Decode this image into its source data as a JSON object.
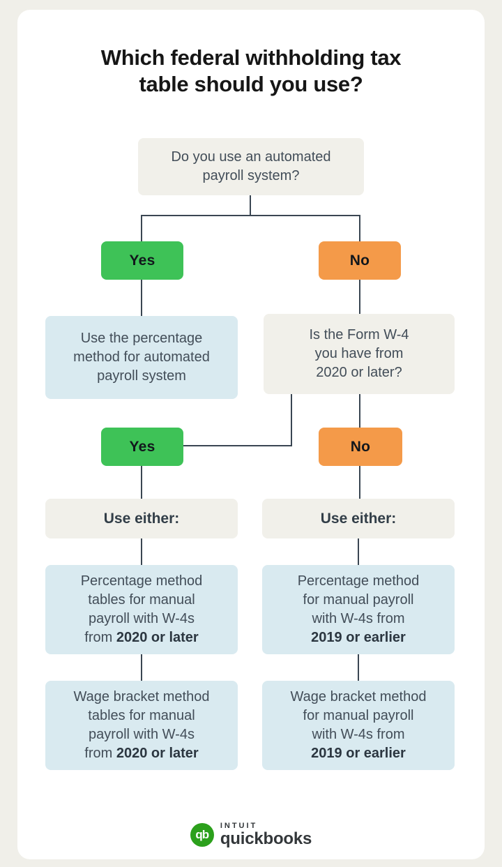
{
  "title": {
    "line1": "Which federal withholding tax",
    "line2": "table should you use?"
  },
  "colors": {
    "background": "#f0efe9",
    "card": "#ffffff",
    "neutral_box": "#f1f0ea",
    "info_box_blue": "#d9eaf0",
    "yes_green": "#3ec257",
    "no_orange": "#f49a49",
    "connector": "#3a4652",
    "body_text": "#424d58",
    "emphasis_text": "#2b3640",
    "logo_green": "#2ca01c"
  },
  "flow": {
    "q1": {
      "line1": "Do you use an automated",
      "line2": "payroll system?"
    },
    "branch1": {
      "yes": "Yes",
      "no": "No"
    },
    "automated_result": {
      "line1": "Use the percentage",
      "line2": "method for automated",
      "line3": "payroll system"
    },
    "q2": {
      "line1": "Is the Form W-4",
      "line2": "you have from",
      "line3": "2020 or later?"
    },
    "branch2": {
      "yes": "Yes",
      "no": "No"
    },
    "use_either_left": "Use either:",
    "use_either_right": "Use either:",
    "pct_left": {
      "line1": "Percentage method",
      "line2": "tables for manual",
      "line3": "payroll with W-4s",
      "line4_prefix": "from ",
      "line4_bold": "2020 or later"
    },
    "pct_right": {
      "line1": "Percentage method",
      "line2": "for manual payroll",
      "line3": "with W-4s from",
      "line4_bold": "2019 or earlier"
    },
    "wage_left": {
      "line1": "Wage bracket method",
      "line2": "tables for manual",
      "line3": "payroll with W-4s",
      "line4_prefix": "from ",
      "line4_bold": "2020 or later"
    },
    "wage_right": {
      "line1": "Wage bracket method",
      "line2": "for manual payroll",
      "line3": "with W-4s from",
      "line4_bold": "2019 or earlier"
    }
  },
  "logo": {
    "monogram": "qb",
    "brand_top": "INTUIT",
    "brand_bottom": "quickbooks"
  }
}
